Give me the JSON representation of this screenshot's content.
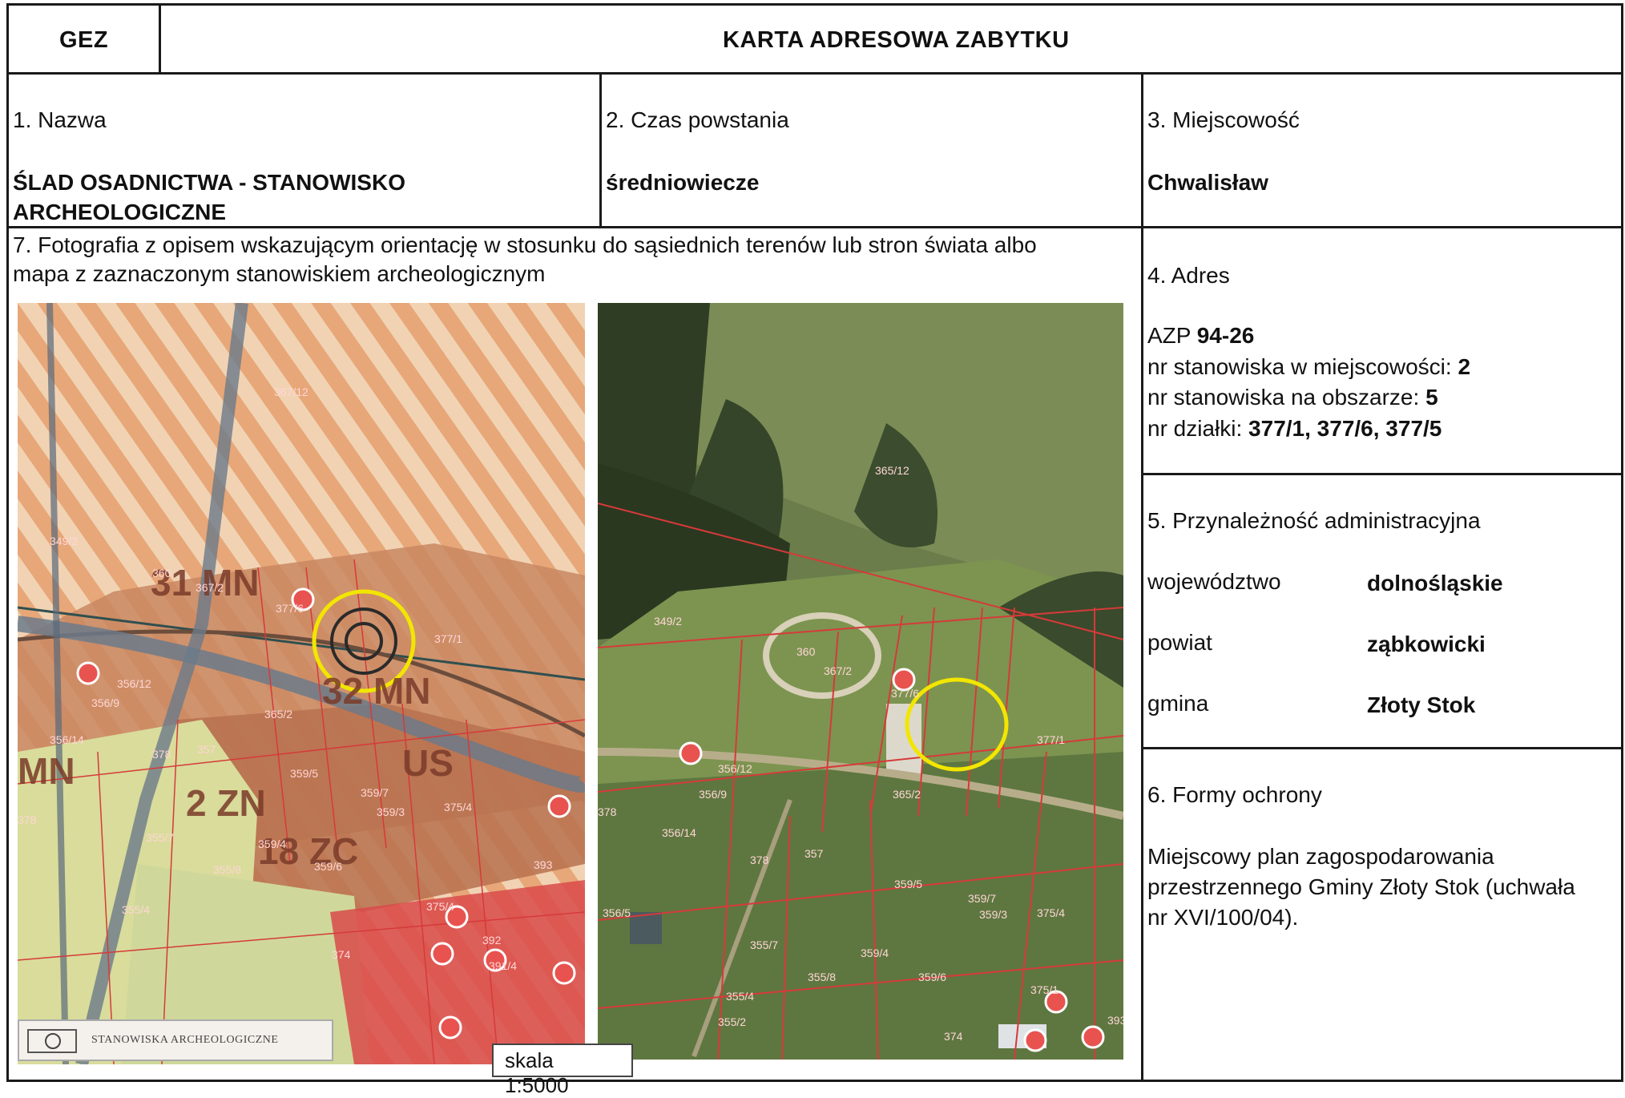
{
  "header": {
    "code": "GEZ",
    "title": "KARTA ADRESOWA ZABYTKU"
  },
  "section1": {
    "label": "1. Nazwa",
    "value_line1": "ŚLAD OSADNICTWA - STANOWISKO",
    "value_line2": "ARCHEOLOGICZNE"
  },
  "section2": {
    "label": "2. Czas powstania",
    "value": "średniowiecze"
  },
  "section3": {
    "label": "3. Miejscowość",
    "value": "Chwalisław"
  },
  "section7": {
    "label_line1": "7. Fotografia z opisem wskazującym orientację w stosunku do sąsiednich terenów lub stron świata albo",
    "label_line2": "mapa z zaznaczonym stanowiskiem archeologicznym",
    "legend_text": "STANOWISKA ARCHEOLOGICZNE",
    "scale": "skala 1:5000"
  },
  "section4": {
    "label": "4. Adres",
    "azp_label": "AZP",
    "azp_value": "94-26",
    "loc_label": "nr stanowiska w miejscowości:",
    "loc_value": "2",
    "area_label": "nr stanowiska na obszarze:",
    "area_value": "5",
    "plot_label": "nr działki:",
    "plot_value": "377/1, 377/6, 377/5"
  },
  "section5": {
    "label": "5. Przynależność administracyjna",
    "rows": [
      {
        "key": "województwo",
        "value": "dolnośląskie"
      },
      {
        "key": "powiat",
        "value": "ząbkowicki"
      },
      {
        "key": "gmina",
        "value": "Złoty Stok"
      }
    ]
  },
  "section6": {
    "label": "6. Formy ochrony",
    "line1": "Miejscowy plan zagospodarowania",
    "line2": "przestrzennego Gminy Złoty Stok (uchwała",
    "line3": "nr XVI/100/04)."
  },
  "colors": {
    "border": "#1a1a1a",
    "site_marker": "#e8534f",
    "highlight_circle": "#f2e600",
    "parcel_line": "#d63a3a"
  }
}
